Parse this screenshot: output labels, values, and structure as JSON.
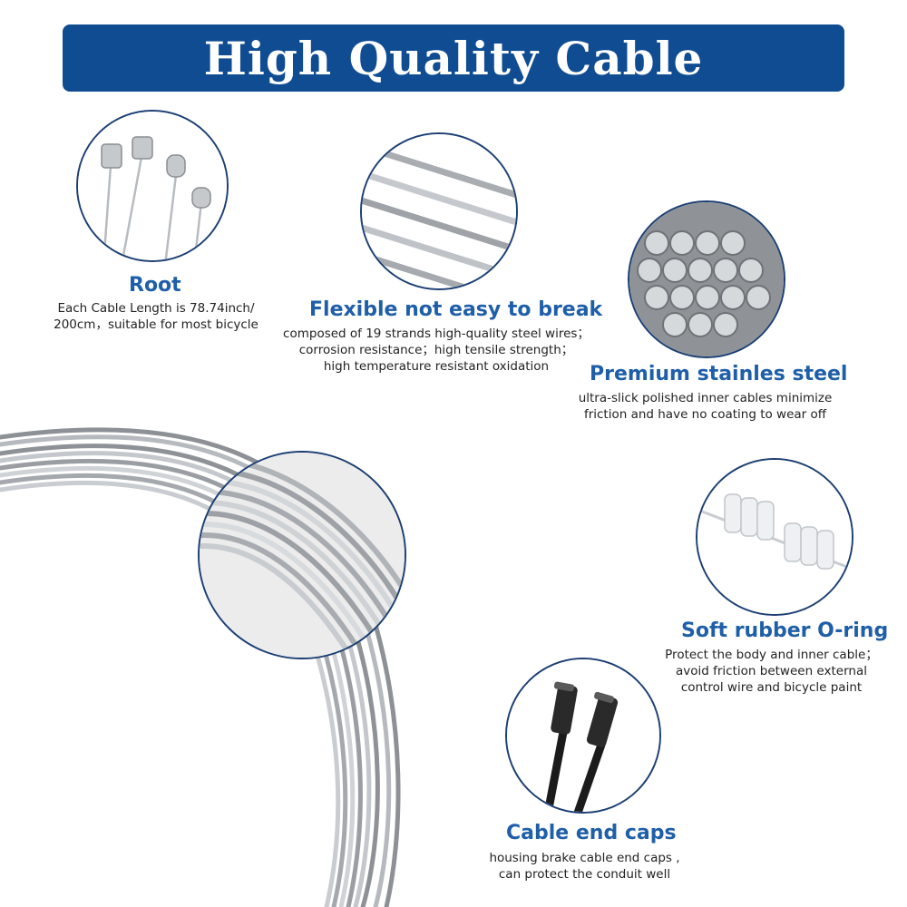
{
  "header": {
    "title": "High Quality Cable"
  },
  "features": {
    "root": {
      "title": "Root",
      "desc": [
        "Each Cable Length is 78.74inch/",
        "200cm，suitable for most bicycle"
      ]
    },
    "flexible": {
      "title": "Flexible not easy to break",
      "desc": [
        "composed of 19 strands  high-quality steel wires；",
        "corrosion resistance；high tensile strength；",
        "high temperature resistant oxidation"
      ]
    },
    "steel": {
      "title": "Premium  stainles steel",
      "desc": [
        "ultra-slick polished  inner cables  minimize",
        "friction and  have no coating to wear off"
      ]
    },
    "oring": {
      "title": "Soft rubber O-ring",
      "desc": [
        "Protect the  body and inner  cable；",
        "avoid friction between external",
        "control wire and  bicycle paint"
      ]
    },
    "endcaps": {
      "title": "Cable end caps",
      "desc": [
        "housing brake cable end caps ,",
        "can protect the conduit well"
      ]
    }
  },
  "colors": {
    "banner": "#0f4c92",
    "title_text": "#1f5fa8",
    "circle_border": "#1c3f73"
  },
  "icons": [
    "cable-ends-image",
    "steel-strands-image",
    "steel-bundle-image",
    "rubber-oring-image",
    "end-caps-image",
    "coiled-cable-image"
  ]
}
